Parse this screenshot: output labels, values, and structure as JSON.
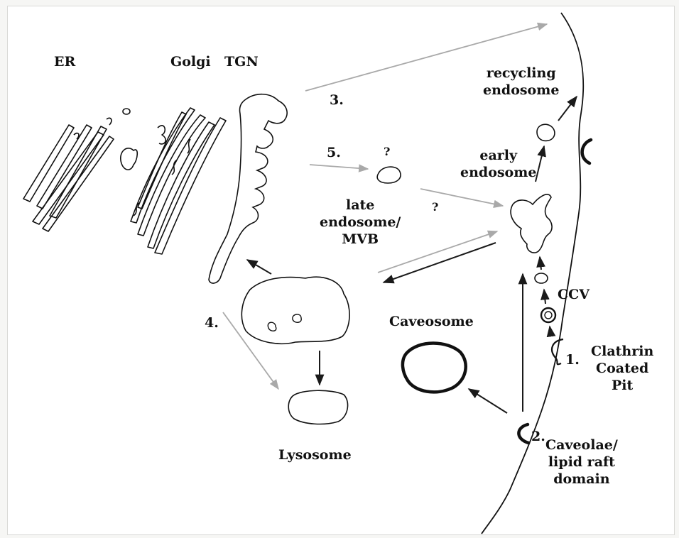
{
  "labels": {
    "er": "ER",
    "golgi": "Golgi",
    "tgn": "TGN",
    "recycling_endosome": [
      "recycling",
      "endosome"
    ],
    "early_endosome": [
      "early",
      "endosome"
    ],
    "late_endosome": [
      "late",
      "endosome/",
      "MVB"
    ],
    "caveosome": "Caveosome",
    "ccv": "CCV",
    "clathrin_coated_pit": [
      "Clathrin",
      "Coated",
      "Pit"
    ],
    "lysosome": "Lysosome",
    "caveolae": [
      "Caveolae/",
      "lipid raft",
      "domain"
    ]
  },
  "pathway_numbers": {
    "p1": "1.",
    "p2": "2.",
    "p3": "3.",
    "p4": "4.",
    "p5": "5."
  },
  "unknowns": {
    "q1": "?",
    "q2": "?"
  },
  "colors": {
    "outline": "#111111",
    "arrow_dark": "#1a1a1a",
    "arrow_light": "#a9a9a9",
    "background": "#ffffff"
  }
}
